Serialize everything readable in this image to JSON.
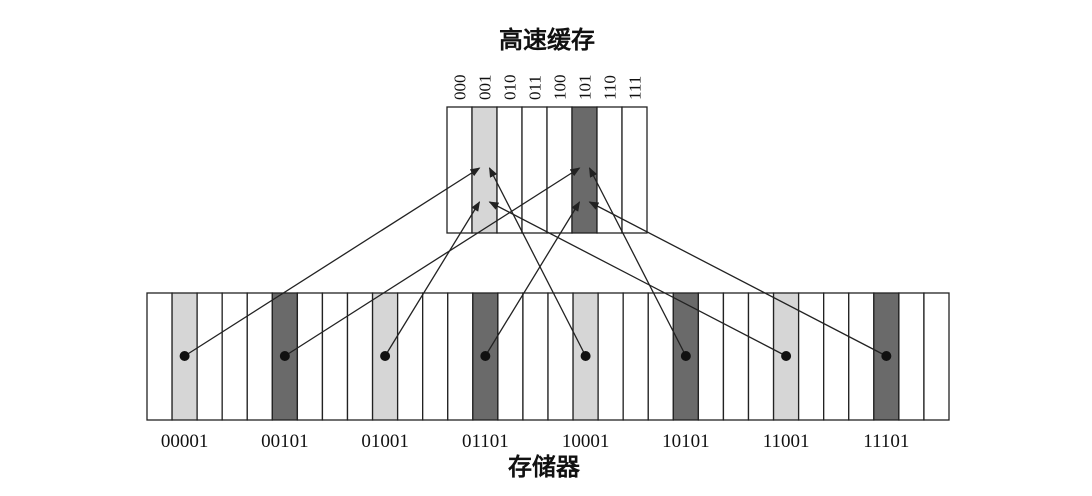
{
  "cache": {
    "title": "高速缓存",
    "index_labels": [
      "000",
      "001",
      "010",
      "011",
      "100",
      "101",
      "110",
      "111"
    ],
    "shading": [
      "white",
      "light",
      "white",
      "white",
      "white",
      "dark",
      "white",
      "white"
    ]
  },
  "memory": {
    "title": "存储器",
    "shading": [
      "white",
      "light",
      "white",
      "white",
      "white",
      "dark",
      "white",
      "white",
      "white",
      "light",
      "white",
      "white",
      "white",
      "dark",
      "white",
      "white",
      "white",
      "light",
      "white",
      "white",
      "white",
      "dark",
      "white",
      "white",
      "white",
      "light",
      "white",
      "white",
      "white",
      "dark",
      "white",
      "white"
    ],
    "address_labels": [
      "00001",
      "00101",
      "01001",
      "01101",
      "10001",
      "10101",
      "11001",
      "11101"
    ]
  },
  "mappings": [
    {
      "from": "00001",
      "to": "001"
    },
    {
      "from": "00101",
      "to": "101"
    },
    {
      "from": "01001",
      "to": "001"
    },
    {
      "from": "01101",
      "to": "101"
    },
    {
      "from": "10001",
      "to": "001"
    },
    {
      "from": "10101",
      "to": "101"
    },
    {
      "from": "11001",
      "to": "001"
    },
    {
      "from": "11101",
      "to": "101"
    }
  ],
  "colors": {
    "light": "#d6d6d6",
    "dark": "#6a6a6a",
    "white": "#ffffff",
    "stroke": "#222222"
  }
}
